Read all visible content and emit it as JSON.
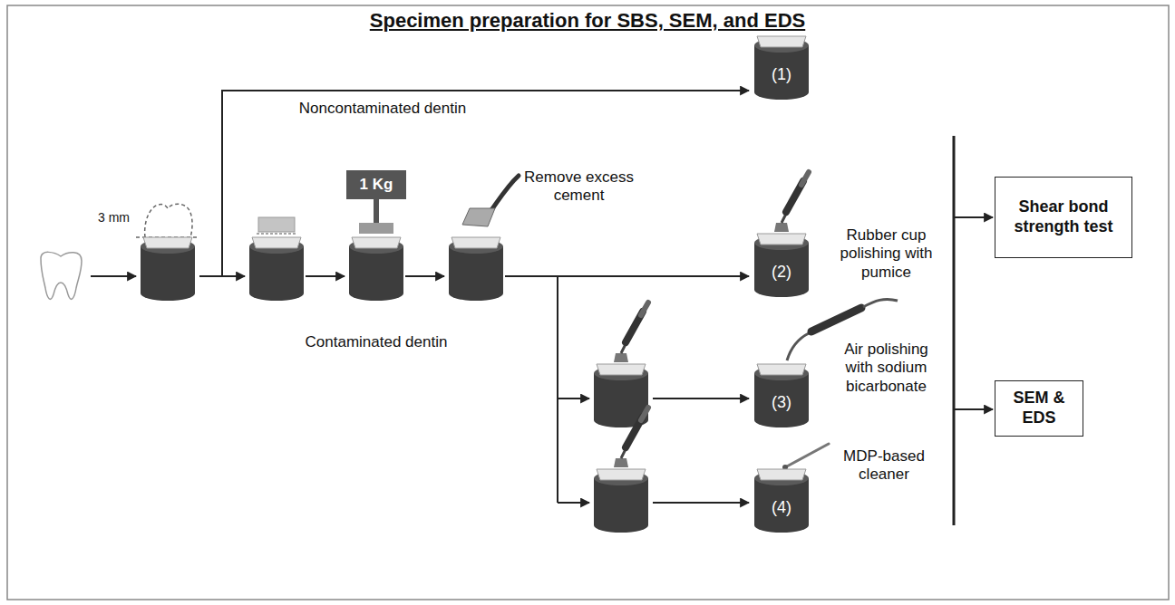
{
  "diagram": {
    "title": "Specimen preparation for SBS, SEM, and EDS",
    "nodes": [
      {
        "text": [
          "(1)"
        ]
      },
      {
        "text": [
          "1 Kg"
        ]
      },
      {
        "text": [
          "(2)"
        ]
      },
      {
        "text": [
          "(3)"
        ]
      },
      {
        "text": [
          "(4)"
        ]
      },
      {
        "text": [
          "Shear bond strength test"
        ]
      },
      {
        "text": [
          "SEM & EDS"
        ]
      }
    ],
    "labels": [
      "3 mm",
      "Noncontaminated dentin",
      "Contaminated dentin",
      "Remove excess cement",
      "Rubber cup polishing with pumice",
      "Air polishing with sodium bicarbonate",
      "MDP-based cleaner"
    ]
  }
}
